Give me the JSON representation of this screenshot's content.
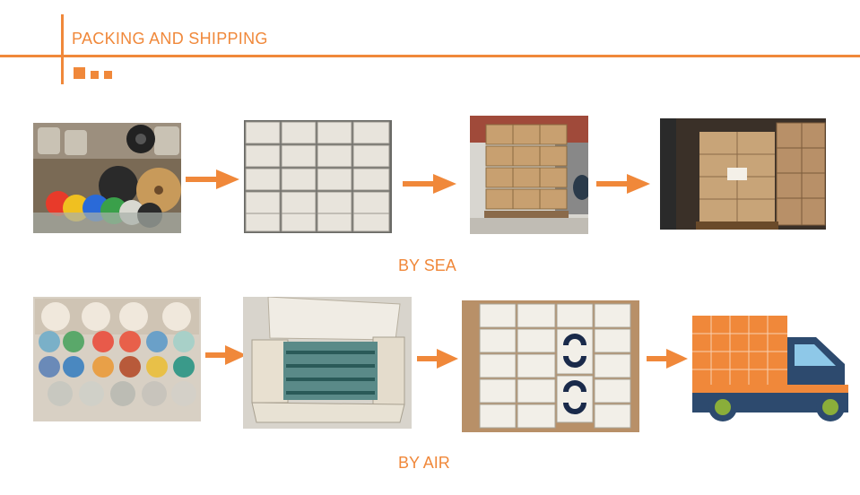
{
  "header": {
    "title": "PACKING AND SHIPPING"
  },
  "sections": {
    "sea_label": "BY SEA",
    "air_label": "BY AIR"
  },
  "colors": {
    "accent": "#f0883a",
    "truck_cab": "#4a9fd8",
    "truck_body": "#2d4a6e"
  },
  "icons": [
    "arrow-right-icon",
    "delivery-truck-icon"
  ]
}
